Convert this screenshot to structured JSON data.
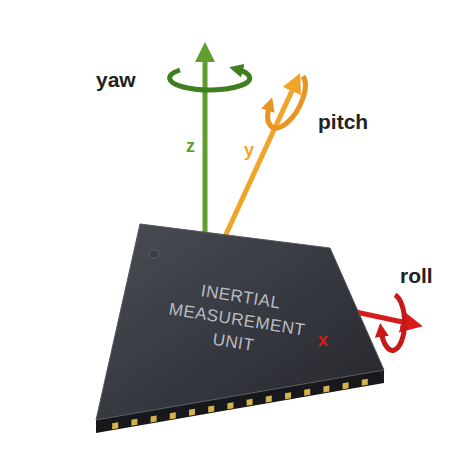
{
  "diagram": {
    "nodes": [
      {
        "text": [
          "INERTIAL MEASUREMENT UNIT"
        ]
      }
    ],
    "labels": [
      "yaw",
      "z",
      "y",
      "pitch",
      "roll",
      "x"
    ]
  }
}
